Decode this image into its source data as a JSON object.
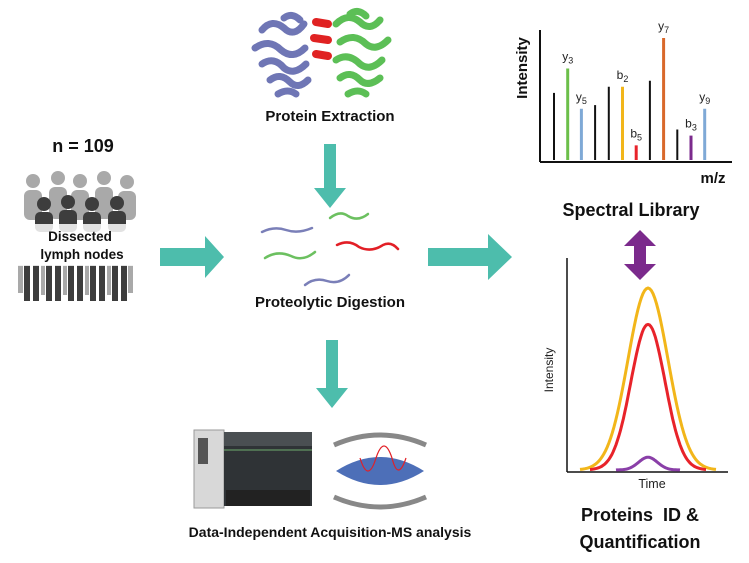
{
  "cohort": {
    "count_label": "n = 109",
    "caption_line1": "Dissected",
    "caption_line2": "lymph nodes"
  },
  "steps": {
    "extraction": "Protein Extraction",
    "digestion": "Proteolytic Digestion",
    "dia": "Data-Independent Acquisition-MS analysis"
  },
  "spectrum": {
    "title": "Spectral Library",
    "ylabel": "Intensity",
    "xlabel": "m/z",
    "colors": {
      "black": "#111111",
      "green": "#6cbf4a",
      "blue": "#7fa9d6",
      "yellow": "#f2b61a",
      "red": "#e8232a",
      "orange": "#d9682a",
      "purple": "#7b2a8c"
    },
    "peaks": [
      {
        "x": 1,
        "h": 0.55,
        "color": "black",
        "ion": "",
        "sub": ""
      },
      {
        "x": 2,
        "h": 0.75,
        "color": "green",
        "ion": "y",
        "sub": "3"
      },
      {
        "x": 3,
        "h": 0.42,
        "color": "blue",
        "ion": "y",
        "sub": "5"
      },
      {
        "x": 4,
        "h": 0.45,
        "color": "black",
        "ion": "",
        "sub": ""
      },
      {
        "x": 5,
        "h": 0.6,
        "color": "black",
        "ion": "",
        "sub": ""
      },
      {
        "x": 6,
        "h": 0.6,
        "color": "yellow",
        "ion": "b",
        "sub": "2"
      },
      {
        "x": 7,
        "h": 0.12,
        "color": "red",
        "ion": "b",
        "sub": "5"
      },
      {
        "x": 8,
        "h": 0.65,
        "color": "black",
        "ion": "",
        "sub": ""
      },
      {
        "x": 9,
        "h": 1.0,
        "color": "orange",
        "ion": "y",
        "sub": "7"
      },
      {
        "x": 10,
        "h": 0.25,
        "color": "black",
        "ion": "",
        "sub": ""
      },
      {
        "x": 11,
        "h": 0.2,
        "color": "purple",
        "ion": "b",
        "sub": "3"
      },
      {
        "x": 12,
        "h": 0.42,
        "color": "blue",
        "ion": "y",
        "sub": "9"
      }
    ]
  },
  "quant": {
    "ylabel": "Intensity",
    "xlabel": "Time",
    "caption_line1": "Proteins  ID &",
    "caption_line2": "Quantification",
    "curves": [
      {
        "color": "#f2b61a",
        "peak": 1.0
      },
      {
        "color": "#e8232a",
        "peak": 0.8
      },
      {
        "color": "#8a3fa8",
        "peak": 0.07
      }
    ]
  },
  "colors": {
    "arrow": "#4dbdac",
    "double_arrow": "#7b2a8c",
    "protein_blue": "#6f76b5",
    "protein_green": "#5cbf56",
    "protein_red": "#e02222",
    "peptide_blue": "#7a7fb8",
    "peptide_green": "#6cc060",
    "peptide_red": "#e21f26"
  }
}
